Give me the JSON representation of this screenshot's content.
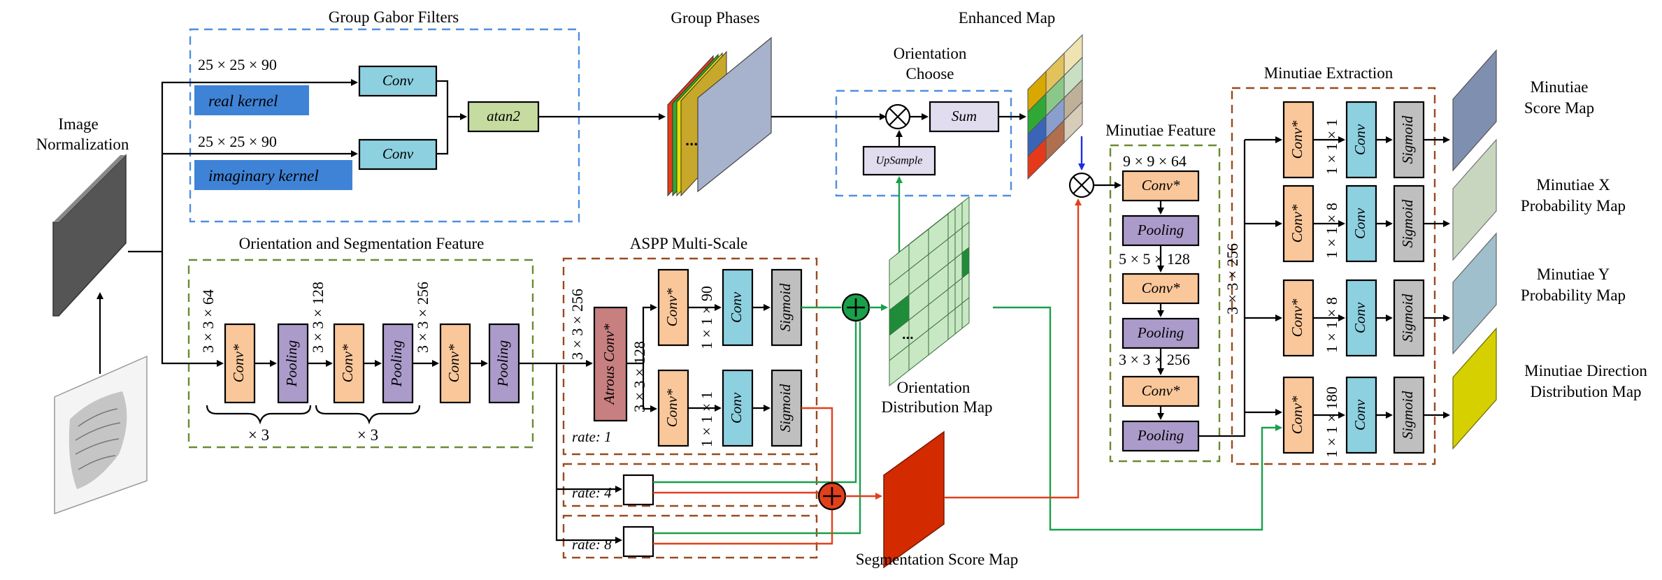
{
  "labels": {
    "image_normalization_l1": "Image",
    "image_normalization_l2": "Normalization",
    "group_gabor_filters": "Group  Gabor Filters",
    "group_phases": "Group Phases",
    "enhanced_map": "Enhanced Map",
    "orientation_choose_l1": "Orientation",
    "orientation_choose_l2": "Choose",
    "orientation_seg_feature": "Orientation and Segmentation Feature",
    "aspp_multiscale": "ASPP Multi-Scale",
    "orientation_dist_l1": "Orientation",
    "orientation_dist_l2": "Distribution Map",
    "segmentation_score_map": "Segmentation Score Map",
    "minutiae_feature": "Minutiae Feature",
    "minutiae_extraction": "Minutiae Extraction",
    "score_map_l1": "Minutiae",
    "score_map_l2": "Score Map",
    "x_map_l1": "Minutiae X",
    "x_map_l2": "Probability Map",
    "y_map_l1": "Minutiae Y",
    "y_map_l2": "Probability Map",
    "dir_map_l1": "Minutiae Direction",
    "dir_map_l2": "Distribution Map"
  },
  "gabor": {
    "real_dim": "25 × 25 × 90",
    "imag_dim": "25 × 25 × 90",
    "real_kernel": "real kernel",
    "imag_kernel": "imaginary kernel",
    "conv": "Conv",
    "atan2": "atan2"
  },
  "orientation_choose": {
    "sum": "Sum",
    "upsample": "UpSample"
  },
  "seg_feature": {
    "dim1": "3 × 3 × 64",
    "dim2": "3 × 3 × 128",
    "dim3": "3 × 3 × 256",
    "conv_star": "Conv*",
    "pooling": "Pooling",
    "times1": "× 3",
    "times2": "× 3"
  },
  "aspp": {
    "dim_atrous": "3 × 3 × 256",
    "atrous_conv": "Atrous Conv*",
    "dim_top": "3 × 3 × 128",
    "dim_top_1x1": "1 × 1 × 90",
    "dim_bot_1x1": "1 × 1 × 1",
    "conv_star": "Conv*",
    "conv": "Conv",
    "sigmoid": "Sigmoid",
    "rate1": "rate: 1",
    "rate4": "rate: 4",
    "rate8": "rate: 8"
  },
  "minutiae_feature": {
    "dim1": "9 × 9 × 64",
    "dim2": "5 × 5 × 128",
    "dim3": "3 × 3 × 256",
    "conv_star": "Conv*",
    "pooling": "Pooling"
  },
  "minutiae_extraction": {
    "dim_shared": "3 × 3 × 256",
    "dim_score": "1 × 1 × 1",
    "dim_x": "1 × 1 × 8",
    "dim_y": "1 × 1 × 8",
    "dim_dir": "1 × 1 × 180",
    "conv_star": "Conv*",
    "conv": "Conv",
    "sigmoid": "Sigmoid"
  },
  "ellipsis": "...",
  "colors": {
    "conv": "#8dd0e0",
    "conv_star": "#f9c79a",
    "pooling": "#ab9bcb",
    "sigmoid": "#bfbfbf",
    "atrous": "#c87f7f",
    "atan2": "#c6dba0",
    "kernel": "#3f83d6",
    "green_path": "#19a04a",
    "red_path": "#e2401c",
    "score_map": "#7f8fb0",
    "x_map": "#c8d6c0",
    "y_map": "#9fbfcc",
    "dir_map": "#d6d000",
    "seg_map": "#d42a00"
  }
}
